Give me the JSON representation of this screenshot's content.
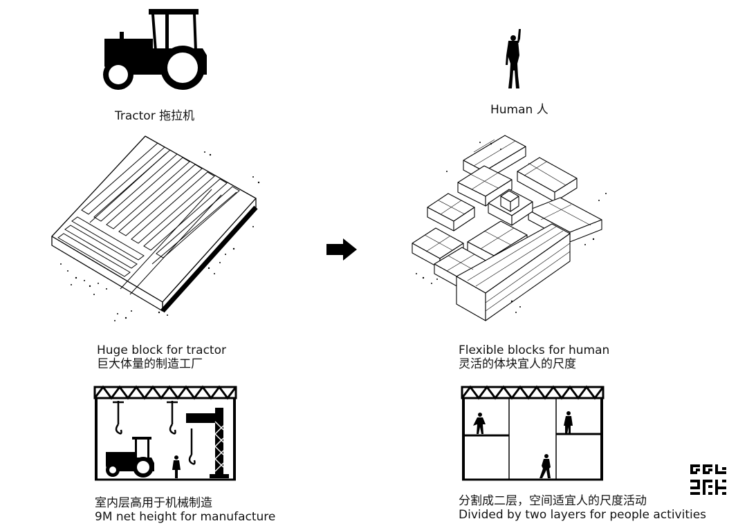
{
  "left": {
    "icon_label": "Tractor 拖拉机",
    "block_caption_en": "Huge block for tractor",
    "block_caption_zh": "巨大体量的制造工厂",
    "section_caption_zh": "室内层高用于机械制造",
    "section_caption_en": "9M net height for manufacture"
  },
  "right": {
    "icon_label": "Human 人",
    "block_caption_en": "Flexible blocks for human",
    "block_caption_zh": "灵活的体块宜人的尺度",
    "section_caption_zh": "分割成二层，空间适宜人的尺度活动",
    "section_caption_en": "Divided by two layers for people  activities"
  },
  "icons": {
    "tractor": "tractor-icon",
    "human": "human-figure-icon",
    "arrow": "arrow-right-icon",
    "logo": "brand-logo-icon"
  },
  "colors": {
    "ink": "#000000",
    "background": "#ffffff"
  }
}
